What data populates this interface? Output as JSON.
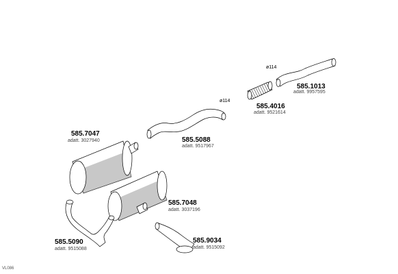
{
  "parts": [
    {
      "code": "585.1013",
      "adatt": "adatt. 9957595",
      "diameter": "ø114"
    },
    {
      "code": "585.4016",
      "adatt": "adatt. 9521614"
    },
    {
      "code": "585.5088",
      "adatt": "adatt. 9517967",
      "diameter": "ø114"
    },
    {
      "code": "585.7047",
      "adatt": "adatt. 3027940"
    },
    {
      "code": "585.7048",
      "adatt": "adatt. 3037196"
    },
    {
      "code": "585.5090",
      "adatt": "adatt. 9515088"
    },
    {
      "code": "585.9034",
      "adatt": "adatt. 9515092"
    }
  ],
  "footer": "VL086"
}
